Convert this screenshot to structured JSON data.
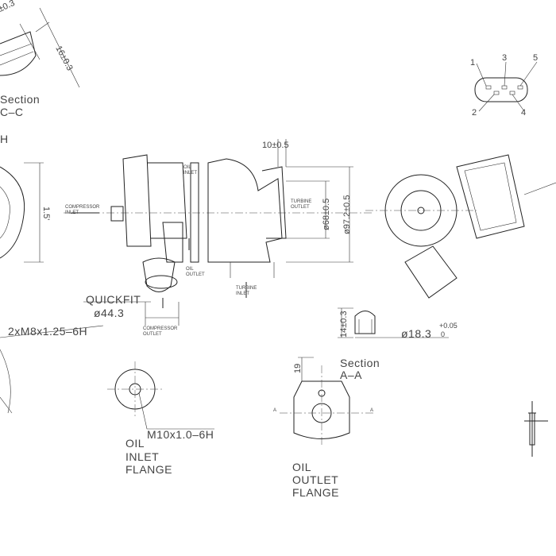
{
  "section_cc": {
    "dim_top": "±0.3",
    "dim_side": "16±0.3",
    "title": "Section",
    "name": "C–C",
    "partial": "H"
  },
  "main_view": {
    "dim_flange": "10±0.5",
    "oil_inlet": [
      "OIL",
      "INLET"
    ],
    "compressor_inlet": [
      "COMPRESSOR",
      "INLET"
    ],
    "turbine_outlet": [
      "TURBINE",
      "OUTLET"
    ],
    "dia_inner": "ø68±0.5",
    "dia_outer": "ø97.2±0.5",
    "oil_outlet": [
      "OIL",
      "OUTLET"
    ],
    "turbine_inlet": [
      "TURBINE",
      "INLET"
    ],
    "quickfit": "QUICKFIT",
    "quickfit_dia": "ø44.3",
    "compressor_outlet": [
      "COMPRESSOR",
      "OUTLET"
    ]
  },
  "left_view": {
    "dim_height": "1.5'"
  },
  "thread_label": "2xM8x1.25–6H",
  "pin_detail": {
    "dim_height": "14±0.3",
    "dia": "ø18.3",
    "tol_upper": "+0.05",
    "tol_lower": "0"
  },
  "connector": {
    "pins": [
      "1",
      "2",
      "3",
      "4",
      "5"
    ]
  },
  "oil_inlet_flange": {
    "thread": "M10x1.0–6H",
    "label": [
      "OIL",
      "INLET",
      "FLANGE"
    ]
  },
  "oil_outlet_flange": {
    "dim": "19",
    "section_title": "Section",
    "section_name": "A–A",
    "marker_left": "A",
    "marker_right": "A",
    "label": [
      "OIL",
      "OUTLET",
      "FLANGE"
    ]
  }
}
